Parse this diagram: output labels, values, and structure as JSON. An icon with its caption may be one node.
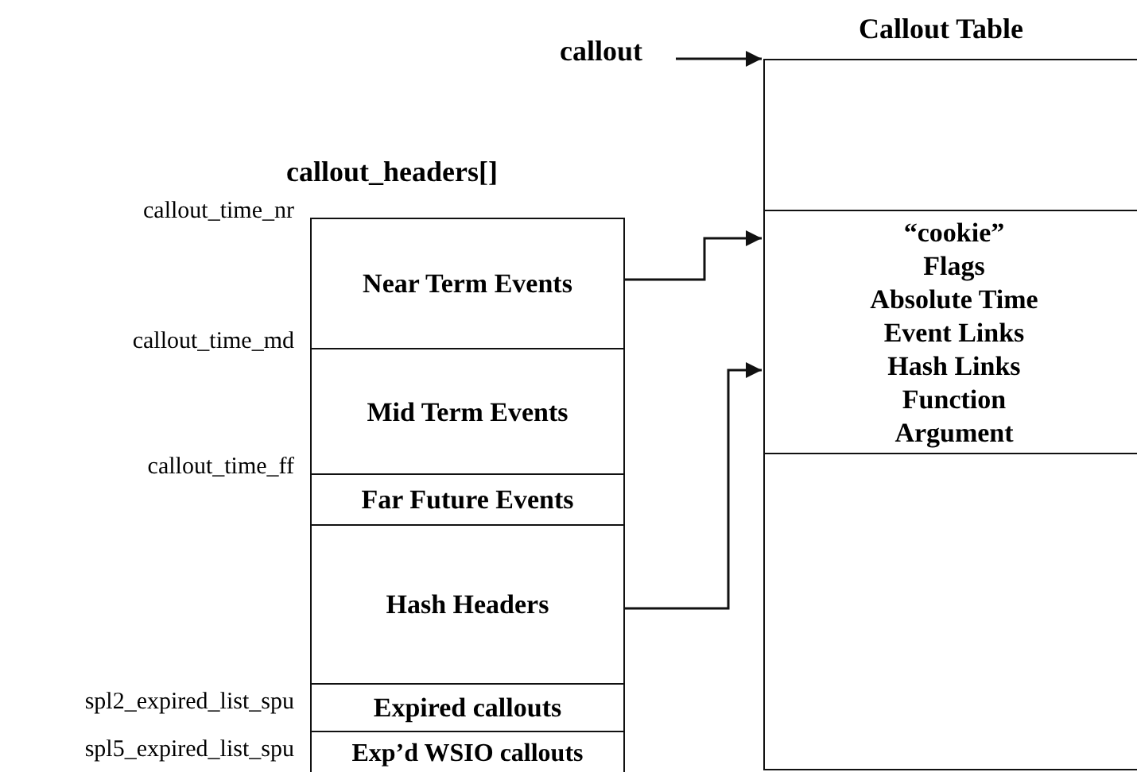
{
  "diagram": {
    "nodes": [
      {
        "text": [
          "callout"
        ]
      },
      {
        "text": [
          "Callout Table"
        ]
      },
      {
        "text": [],
        "shape": "box",
        "in": 1
      },
      {
        "text": [
          "“cookie”",
          "Flags",
          "Absolute Time",
          "Event Links",
          "Hash Links",
          "Function",
          "Argument"
        ],
        "in": 1
      },
      {
        "text": [],
        "shape": "box",
        "in": 1
      },
      {
        "text": [
          "callout_headers[]"
        ]
      },
      {
        "text": [
          "Near Term Events"
        ],
        "in": 5,
        "beside": [
          "callout_time_nr"
        ]
      },
      {
        "text": [
          "Mid Term Events"
        ],
        "in": 5,
        "beside": [
          "callout_time_md"
        ]
      },
      {
        "text": [
          "Far Future Events"
        ],
        "in": 5,
        "beside": [
          "callout_time_ff"
        ]
      },
      {
        "text": [
          "Hash Headers"
        ],
        "in": 5
      },
      {
        "text": [
          "Expired callouts"
        ],
        "in": 5,
        "beside": [
          "spl2_expired_list_spu"
        ]
      },
      {
        "text": [
          "Exp’d WSIO callouts"
        ],
        "in": 5,
        "beside": [
          "spl5_expired_list_spu"
        ]
      }
    ],
    "edges": [
      {
        "from": 0,
        "to": 1,
        "arrow": "to"
      },
      {
        "from": 6,
        "to": 3,
        "arrow": "to"
      },
      {
        "from": 9,
        "to": 3,
        "arrow": "to"
      }
    ]
  }
}
